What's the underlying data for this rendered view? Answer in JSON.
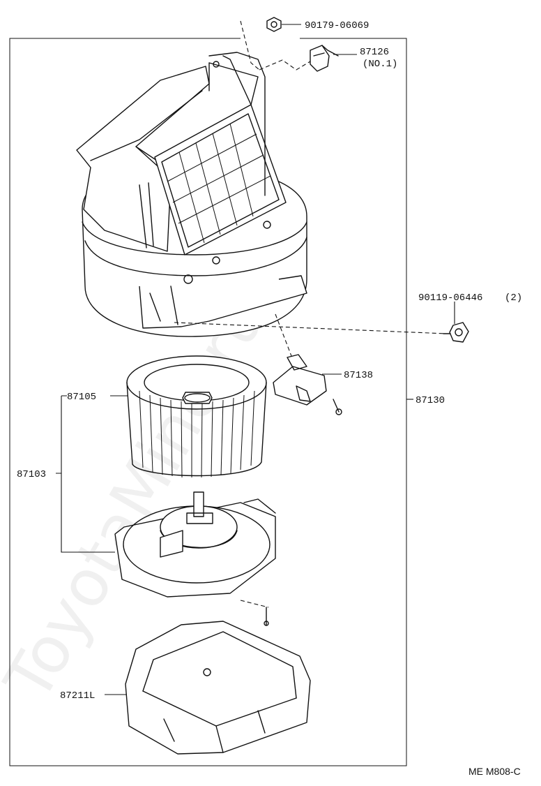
{
  "diagram": {
    "parts": {
      "p90179": "90179-06069",
      "p87126": "87126",
      "p87126_note": "(NO.1)",
      "p90119": "90119-06446",
      "p90119_qty": "(2)",
      "p87138": "87138",
      "p87105": "87105",
      "p87130": "87130",
      "p87103": "87103",
      "p87211L": "87211L"
    },
    "watermark": "ToyotaMine.ru",
    "figure_code": "ME M808-C"
  }
}
